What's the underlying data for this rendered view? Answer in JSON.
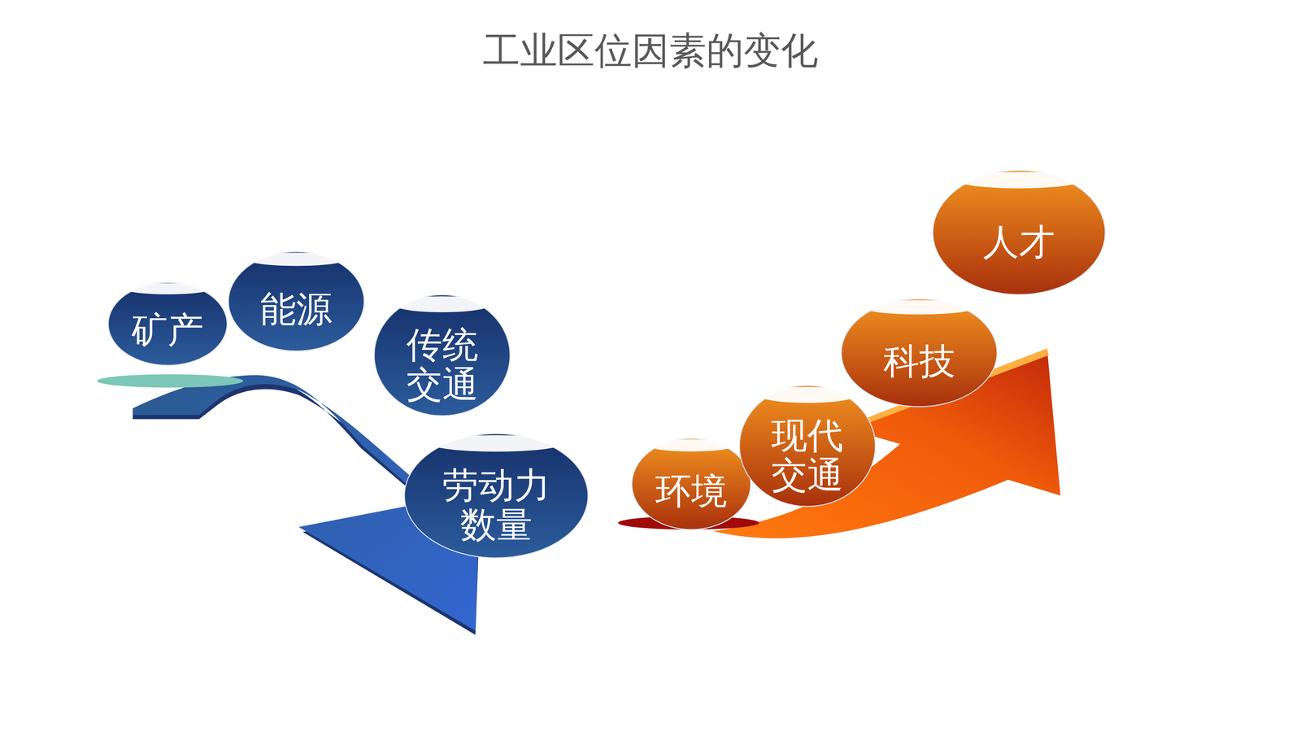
{
  "diagram": {
    "title": "工业区位因素的变化",
    "nodes": [
      {
        "text": [
          "矿产"
        ]
      },
      {
        "text": [
          "能源"
        ]
      },
      {
        "text": [
          "传统交通"
        ]
      },
      {
        "text": [
          "劳动力数量"
        ]
      },
      {
        "text": [
          "环境"
        ]
      },
      {
        "text": [
          "现代交通"
        ]
      },
      {
        "text": [
          "科技"
        ]
      },
      {
        "text": [
          "人才"
        ]
      }
    ]
  }
}
